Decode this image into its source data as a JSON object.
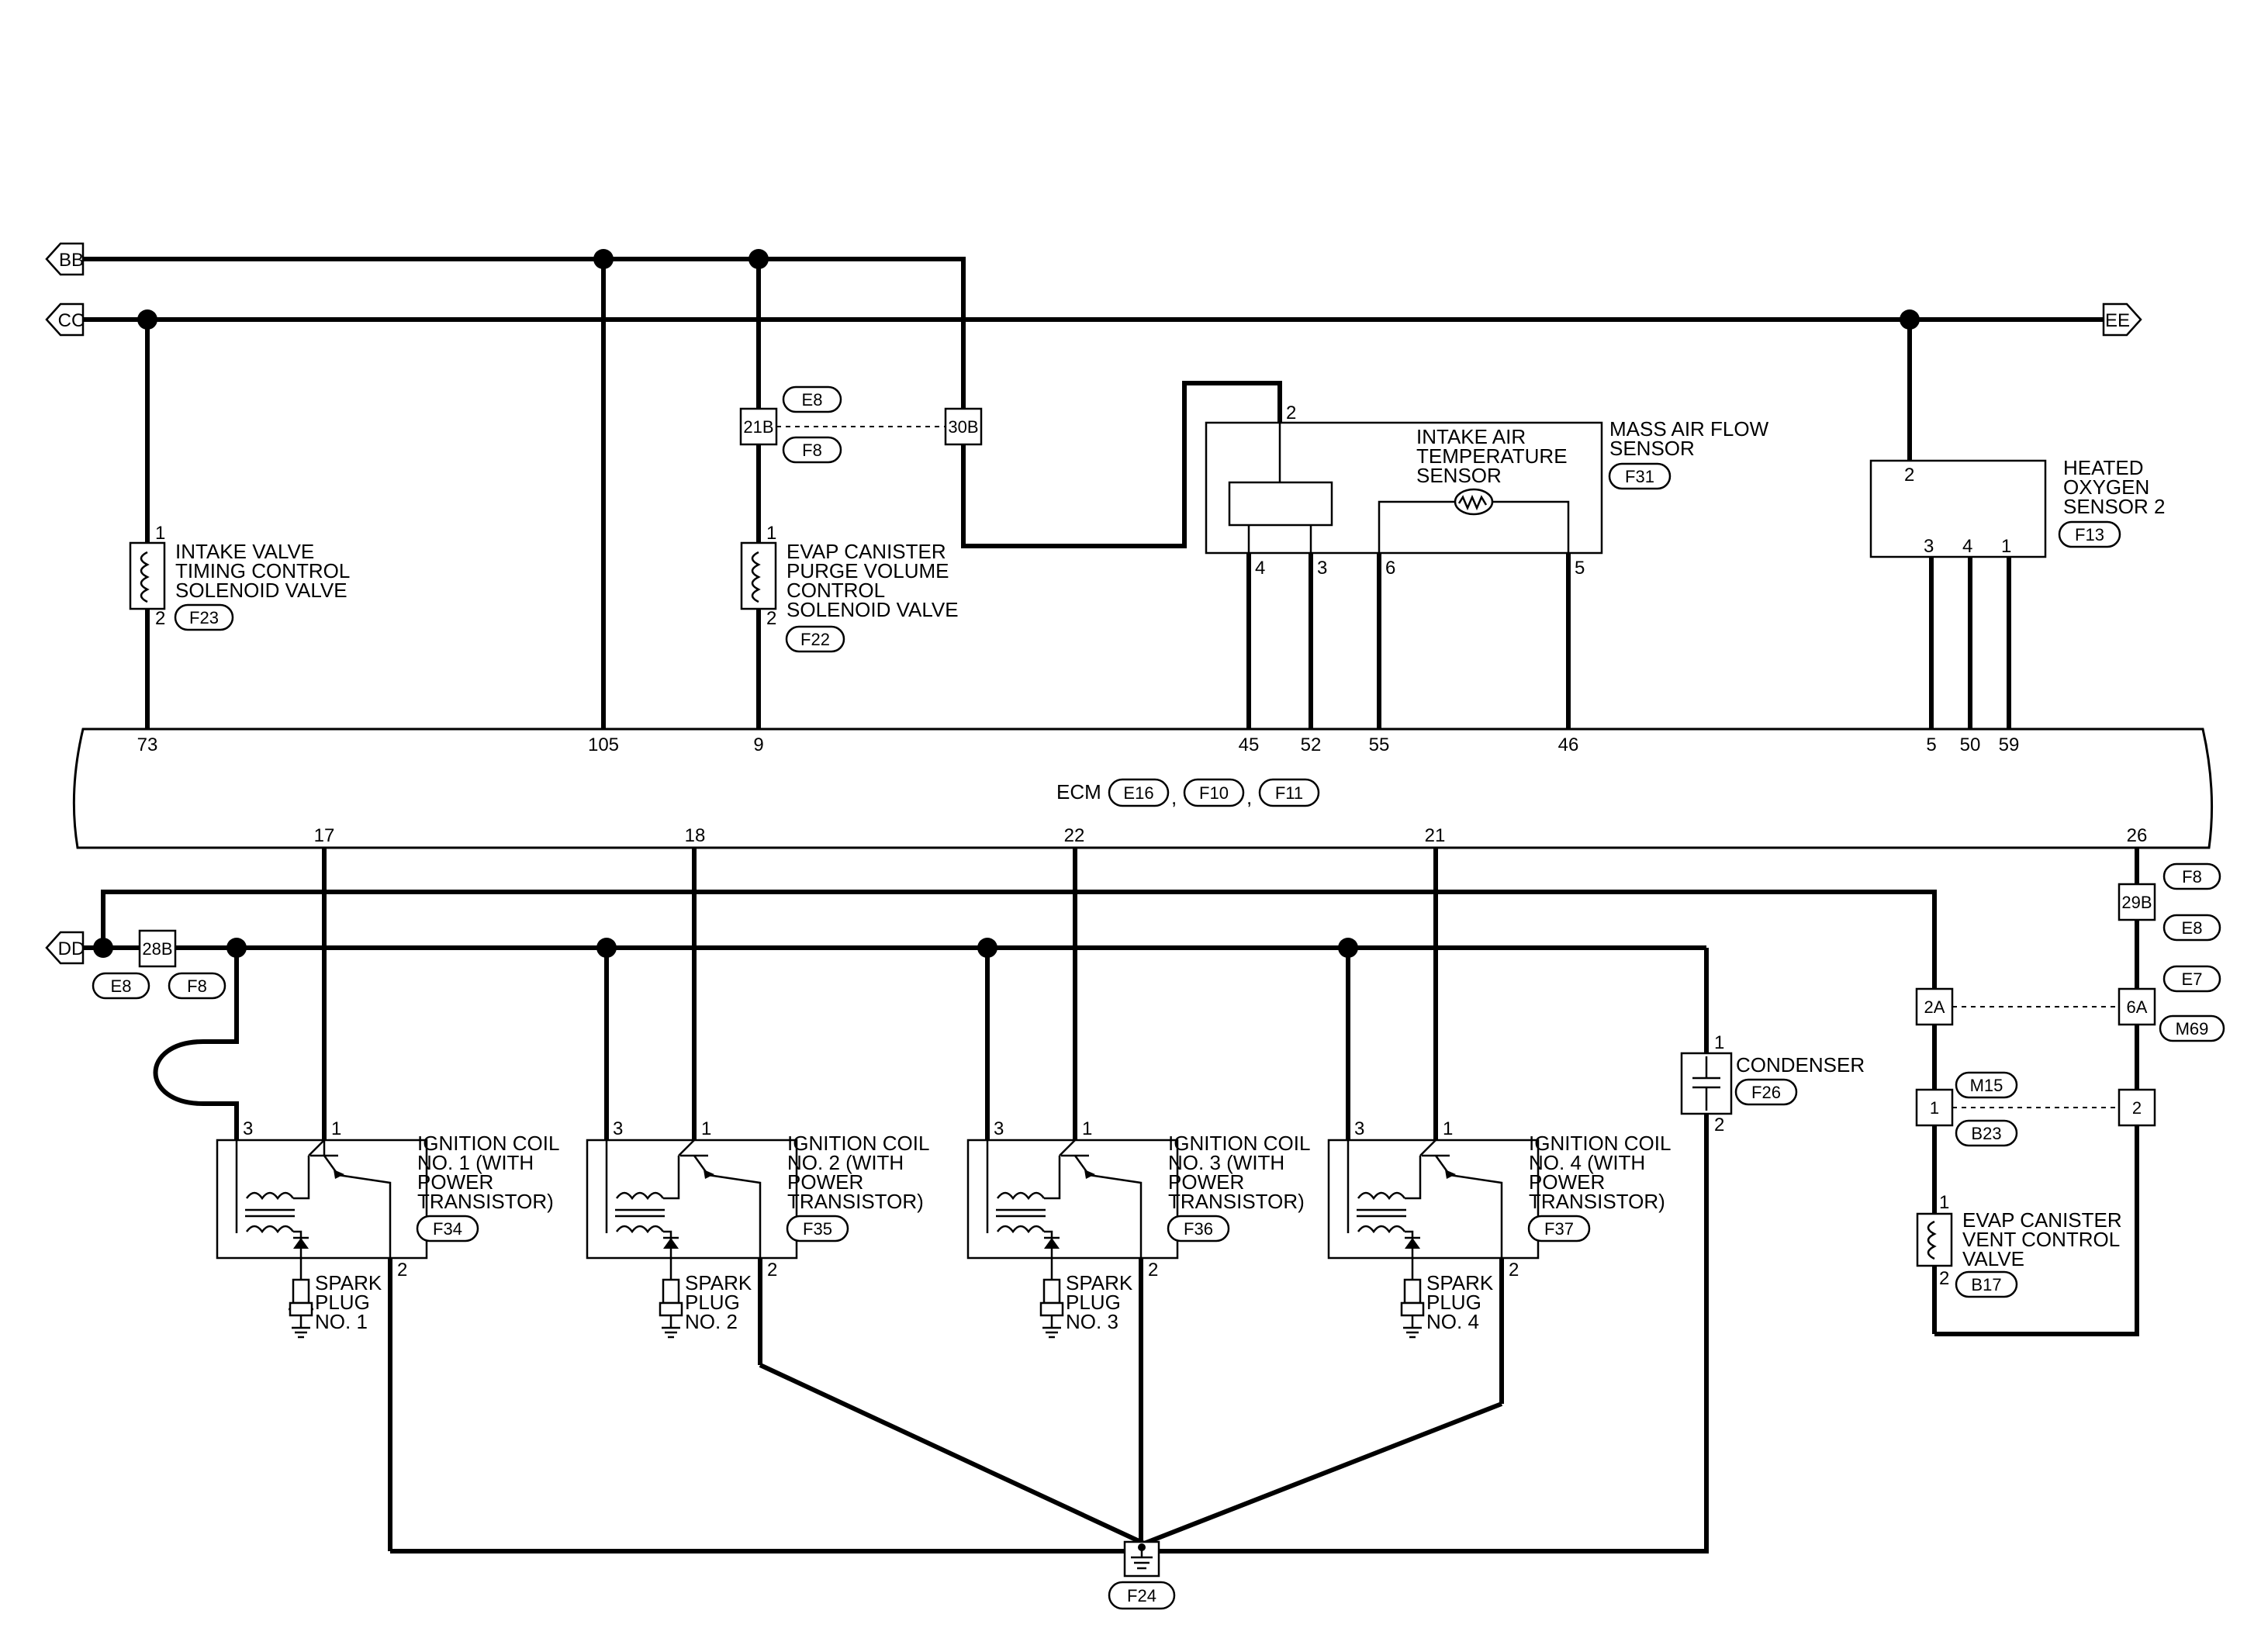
{
  "ecm": {
    "label": "ECM",
    "connectors": [
      "E16",
      "F10",
      "F11"
    ],
    "sep": ","
  },
  "offpage": {
    "bb": "BB",
    "cc": "CC",
    "dd": "DD",
    "ee": "EE"
  },
  "ecm_pins_top": [
    "73",
    "105",
    "9",
    "45",
    "52",
    "55",
    "46",
    "5",
    "50",
    "59"
  ],
  "ecm_pins_bottom": [
    "17",
    "18",
    "22",
    "21",
    "26"
  ],
  "intake_valve": {
    "lines": [
      "INTAKE VALVE",
      "TIMING CONTROL",
      "SOLENOID VALVE"
    ],
    "conn": "F23",
    "pin_a": "1",
    "pin_b": "2"
  },
  "evap_purge": {
    "lines": [
      "EVAP CANISTER",
      "PURGE VOLUME",
      "CONTROL",
      "SOLENOID VALVE"
    ],
    "conn": "F22",
    "pin_a": "1",
    "pin_b": "2"
  },
  "joint_21b": {
    "label": "21B",
    "conn_top": "E8",
    "conn_bottom": "F8"
  },
  "joint_30b": {
    "label": "30B"
  },
  "maf": {
    "lines": [
      "MASS AIR FLOW",
      "SENSOR"
    ],
    "conn": "F31",
    "iat_lines": [
      "INTAKE AIR",
      "TEMPERATURE",
      "SENSOR"
    ],
    "pins": [
      "2",
      "4",
      "3",
      "6",
      "5"
    ]
  },
  "ho2s": {
    "lines": [
      "HEATED",
      "OXYGEN",
      "SENSOR 2"
    ],
    "conn": "F13",
    "pins": [
      "2",
      "3",
      "4",
      "1"
    ]
  },
  "joint_28b": {
    "label": "28B",
    "conns": [
      "E8",
      "F8"
    ]
  },
  "coils": [
    {
      "lines": [
        "IGNITION COIL",
        "NO. 1 (WITH",
        "POWER",
        "TRANSISTOR)"
      ],
      "conn": "F34",
      "plug": [
        "SPARK",
        "PLUG",
        "NO. 1"
      ]
    },
    {
      "lines": [
        "IGNITION COIL",
        "NO. 2 (WITH",
        "POWER",
        "TRANSISTOR)"
      ],
      "conn": "F35",
      "plug": [
        "SPARK",
        "PLUG",
        "NO. 2"
      ]
    },
    {
      "lines": [
        "IGNITION COIL",
        "NO. 3 (WITH",
        "POWER",
        "TRANSISTOR)"
      ],
      "conn": "F36",
      "plug": [
        "SPARK",
        "PLUG",
        "NO. 3"
      ]
    },
    {
      "lines": [
        "IGNITION COIL",
        "NO. 4 (WITH",
        "POWER",
        "TRANSISTOR)"
      ],
      "conn": "F37",
      "plug": [
        "SPARK",
        "PLUG",
        "NO. 4"
      ]
    }
  ],
  "coil_pins": {
    "a": "3",
    "b": "1",
    "c": "2"
  },
  "condenser": {
    "label": "CONDENSER",
    "conn": "F26",
    "pin_a": "1",
    "pin_b": "2"
  },
  "ground": {
    "conn": "F24"
  },
  "joint_29b": {
    "label": "29B",
    "conns": [
      "F8",
      "E8"
    ]
  },
  "joint_2a": {
    "label": "2A"
  },
  "joint_6a": {
    "label": "6A",
    "conns": [
      "E7",
      "M69"
    ]
  },
  "joint_1": {
    "label": "1",
    "conns": [
      "M15",
      "B23"
    ]
  },
  "joint_2": {
    "label": "2"
  },
  "evap_vent": {
    "lines": [
      "EVAP CANISTER",
      "VENT CONTROL",
      "VALVE"
    ],
    "conn": "B17",
    "pin_a": "1",
    "pin_b": "2"
  }
}
